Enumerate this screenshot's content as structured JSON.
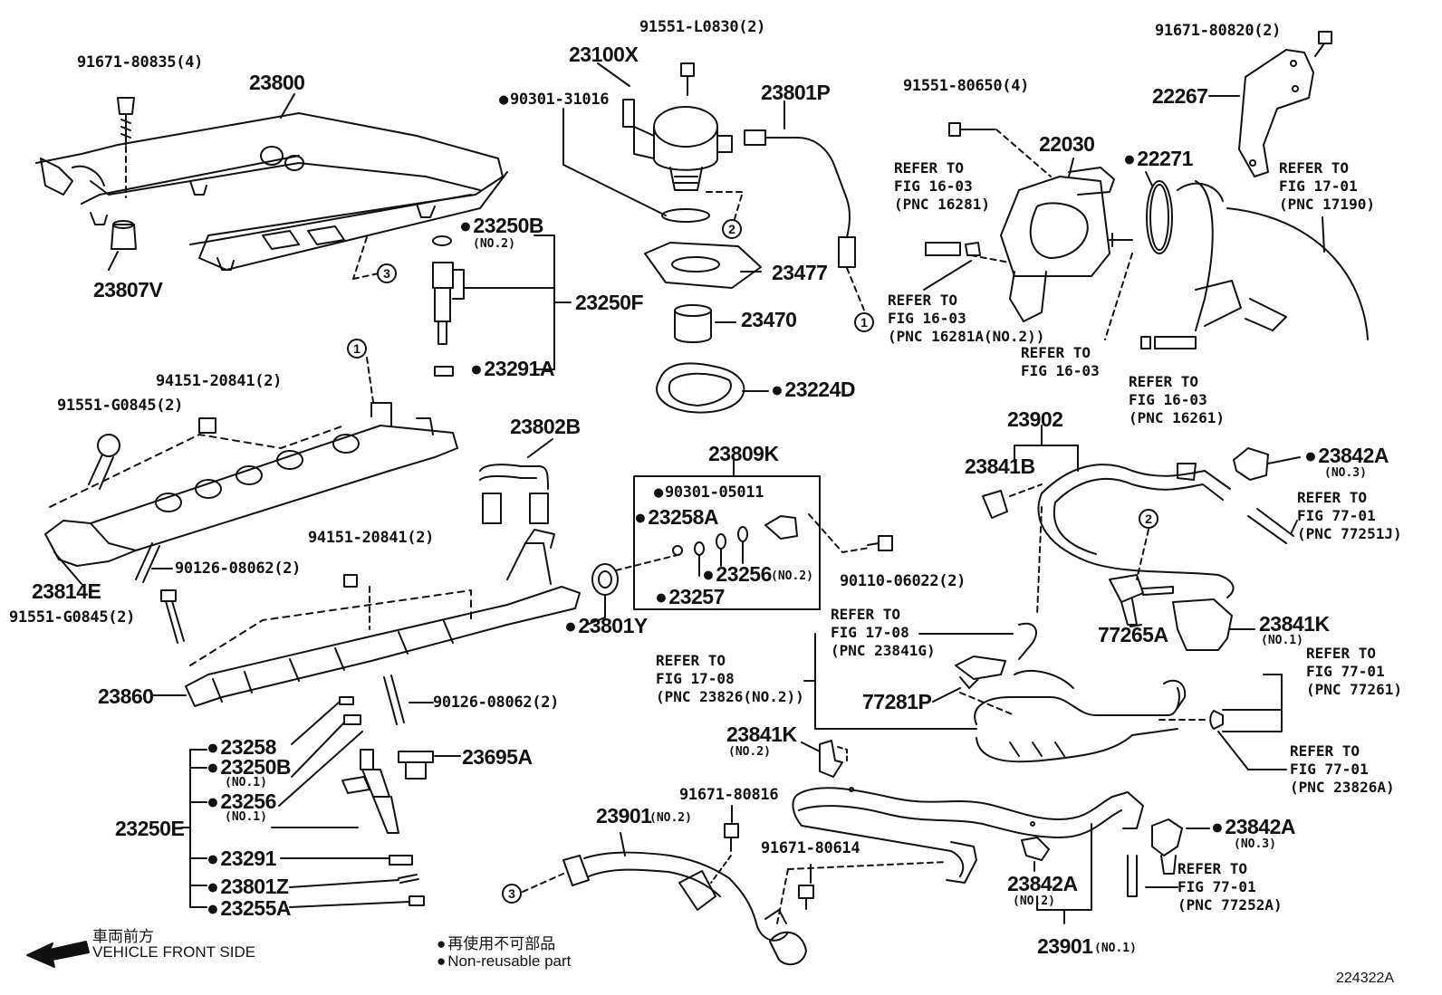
{
  "parts": {
    "p91671_80835": "91671-80835(4)",
    "p23800": "23800",
    "p23807V": "23807V",
    "p23100X": "23100X",
    "p91551_L0830": "91551-L0830(2)",
    "p90301_31016": "90301-31016",
    "p23801P": "23801P",
    "p23250B_top": "23250B",
    "p23250B_top_sub": "(NO.2)",
    "p23250F": "23250F",
    "p23291A": "23291A",
    "p23477": "23477",
    "p23470": "23470",
    "p23224D": "23224D",
    "p91551_80650": "91551-80650(4)",
    "p22030": "22030",
    "p22271": "22271",
    "p91671_80820": "91671-80820(2)",
    "p22267": "22267",
    "p94151_20841_a": "94151-20841(2)",
    "p91551_G0845_a": "91551-G0845(2)",
    "p23802B": "23802B",
    "p23814E": "23814E",
    "p94151_20841_b": "94151-20841(2)",
    "p90126_08062_a": "90126-08062(2)",
    "p91551_G0845_b": "91551-G0845(2)",
    "p23809K": "23809K",
    "p90301_05011": "90301-05011",
    "p23258A": "23258A",
    "p23256_kit": "23256",
    "p23256_kit_sub": "(NO.2)",
    "p23257": "23257",
    "p23801Y": "23801Y",
    "p90110_06022": "90110-06022(2)",
    "p23902": "23902",
    "p23841B": "23841B",
    "p23842A_top": "23842A",
    "p23842A_top_sub": "(NO.3)",
    "p77265A": "77265A",
    "p23841K_right": "23841K",
    "p23841K_right_sub": "(NO.1)",
    "p23860": "23860",
    "p90126_08062_b": "90126-08062(2)",
    "p23258": "23258",
    "p23250B_low": "23250B",
    "p23250B_low_sub": "(NO.1)",
    "p23256_low": "23256",
    "p23256_low_sub": "(NO.1)",
    "p23250E": "23250E",
    "p23291": "23291",
    "p23801Z": "23801Z",
    "p23255A": "23255A",
    "p23695A": "23695A",
    "p77281P": "77281P",
    "p23841K_mid": "23841K",
    "p23841K_mid_sub": "(NO.2)",
    "p91671_80816": "91671-80816",
    "p23901_no2": "23901",
    "p23901_no2_sub": "(NO.2)",
    "p91671_80614": "91671-80614",
    "p23842A_mid": "23842A",
    "p23842A_mid_sub": "(NO.2)",
    "p23842A_right": "23842A",
    "p23842A_right_sub": "(NO.3)",
    "p23901_no1": "23901",
    "p23901_no1_sub": "(NO.1)"
  },
  "refs": {
    "r1": [
      "REFER TO",
      "FIG 16-03",
      "(PNC 16281)"
    ],
    "r2": [
      "REFER TO",
      "FIG 16-03",
      "(PNC 16281A(NO.2))"
    ],
    "r3": [
      "REFER TO",
      "FIG 16-03"
    ],
    "r4": [
      "REFER TO",
      "FIG 16-03",
      "(PNC 16261)"
    ],
    "r5": [
      "REFER TO",
      "FIG 17-01",
      "(PNC 17190)"
    ],
    "r6": [
      "REFER TO",
      "FIG 77-01",
      "(PNC 77251J)"
    ],
    "r7": [
      "REFER TO",
      "FIG 17-08",
      "(PNC 23841G)"
    ],
    "r8": [
      "REFER TO",
      "FIG 17-08",
      "(PNC 23826(NO.2))"
    ],
    "r9": [
      "REFER TO",
      "FIG 77-01",
      "(PNC 77261)"
    ],
    "r10": [
      "REFER TO",
      "FIG 77-01",
      "(PNC 23826A)"
    ],
    "r11": [
      "REFER TO",
      "FIG 77-01",
      "(PNC 77252A)"
    ]
  },
  "callouts": [
    "1",
    "2",
    "3"
  ],
  "legend": {
    "direction_jp": "車両前方",
    "direction_en": "VEHICLE FRONT SIDE",
    "nonreuse_jp": "再使用不可部品",
    "nonreuse_en": "Non-reusable part"
  },
  "diagram_id": "224322A"
}
